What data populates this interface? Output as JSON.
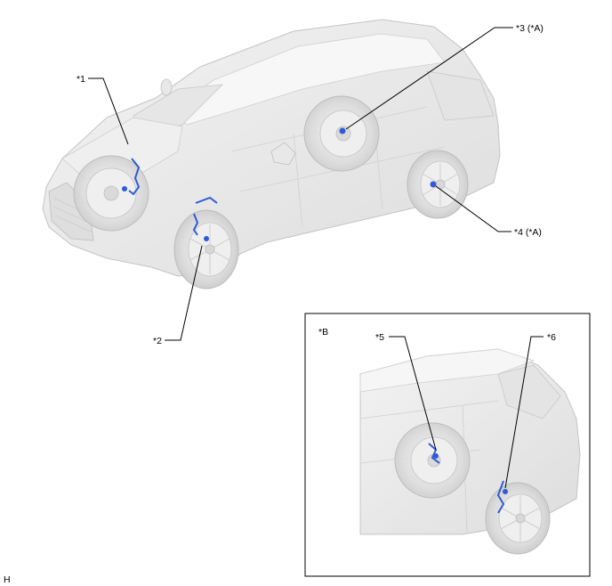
{
  "callouts": {
    "c1": "*1",
    "c2": "*2",
    "c3": "*3 (*A)",
    "c4": "*4 (*A)",
    "c5": "*5",
    "c6": "*6"
  },
  "inset": {
    "label": "*B"
  },
  "corner_mark": "H",
  "colors": {
    "body_fill": "#ededed",
    "body_edge": "#c4c4c4",
    "part_highlight": "#2f5bd6"
  }
}
